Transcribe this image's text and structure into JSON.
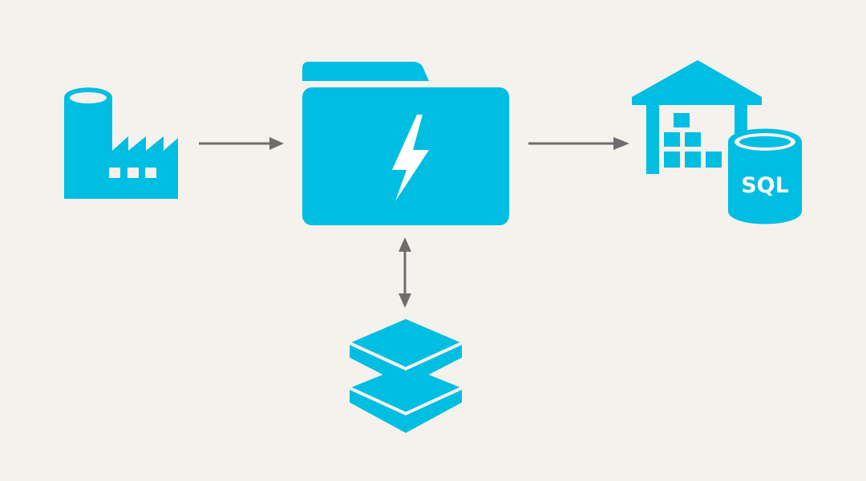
{
  "diagram": {
    "background": "#f5f2ee",
    "accent_color": "#00bde2",
    "arrow_color": "#6d6d6d",
    "nodes": {
      "source": {
        "icon": "factory-icon"
      },
      "pipeline": {
        "icon": "folder-lightning-icon"
      },
      "destination": {
        "icon": "warehouse-sql-icon",
        "label": "SQL"
      },
      "storage": {
        "icon": "stacked-layers-icon"
      }
    },
    "edges": [
      {
        "from": "source",
        "to": "pipeline",
        "direction": "forward"
      },
      {
        "from": "pipeline",
        "to": "destination",
        "direction": "forward"
      },
      {
        "from": "pipeline",
        "to": "storage",
        "direction": "bidirectional"
      }
    ]
  }
}
